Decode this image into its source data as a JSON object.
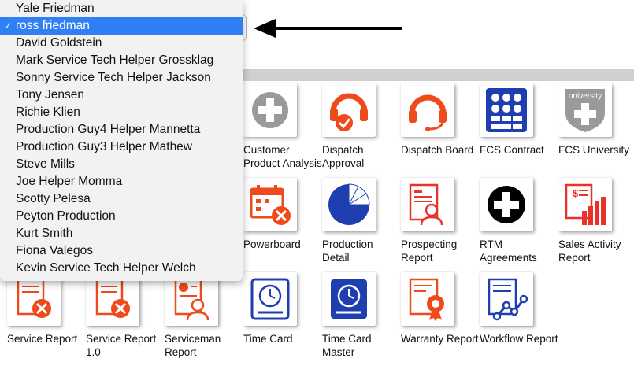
{
  "dropdown": {
    "selected_index": 1,
    "check_mark": "✓",
    "items": [
      "Yale Friedman",
      "ross friedman",
      "David Goldstein",
      "Mark Service Tech Helper Grossklag",
      "Sonny Service Tech Helper Jackson",
      "Tony Jensen",
      "Richie Klien",
      "Production Guy4 Helper Mannetta",
      "Production Guy3 Helper Mathew",
      "Steve Mills",
      "Joe Helper Momma",
      "Scotty Pelesa",
      "Peyton Production",
      "Kurt Smith",
      "Fiona Valegos",
      "Kevin Service Tech Helper Welch"
    ]
  },
  "tiles": {
    "customer_product_analysis": {
      "label": "Customer Product Analysis"
    },
    "dispatch_approval": {
      "label": "Dispatch Approval"
    },
    "dispatch_board": {
      "label": "Dispatch Board"
    },
    "fcs_contract": {
      "label": "FCS Contract"
    },
    "fcs_university": {
      "label": "FCS University",
      "badge": "university"
    },
    "powerboard": {
      "label": "Powerboard"
    },
    "production_detail": {
      "label": "Production Detail"
    },
    "prospecting_report": {
      "label": "Prospecting Report"
    },
    "rtm_agreements": {
      "label": "RTM Agreements"
    },
    "sales_activity_report": {
      "label": "Sales Activity Report"
    },
    "service_report": {
      "label": "Service Report"
    },
    "service_report_1_0": {
      "label": "Service Report 1.0"
    },
    "serviceman_report": {
      "label": "Serviceman Report"
    },
    "time_card": {
      "label": "Time Card"
    },
    "time_card_master": {
      "label": "Time Card Master"
    },
    "warranty_report": {
      "label": "Warranty Report"
    },
    "workflow_report": {
      "label": "Workflow Report"
    }
  },
  "colors": {
    "accent_orange": "#ee4a1c",
    "accent_blue": "#1f3fb0",
    "accent_red": "#e8322a",
    "icon_gray": "#9a9a9a",
    "selection_blue": "#2f7ff5"
  }
}
